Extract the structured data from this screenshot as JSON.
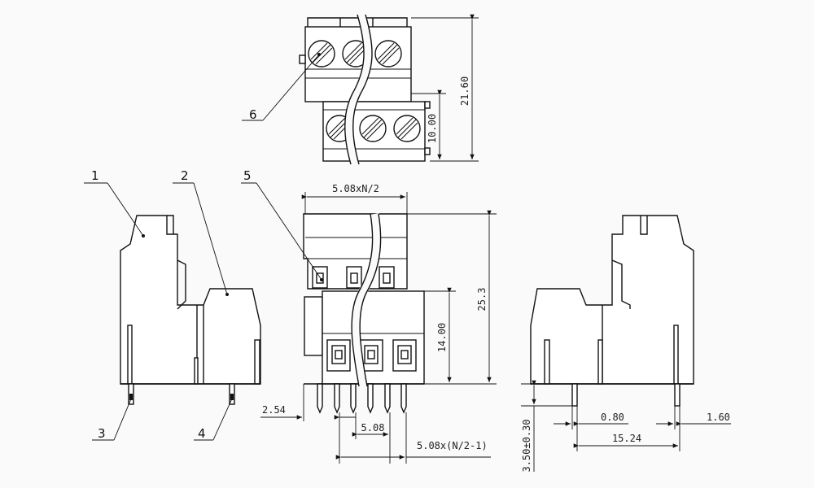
{
  "callouts": {
    "c1": "1",
    "c2": "2",
    "c3": "3",
    "c4": "4",
    "c5": "5",
    "c6": "6"
  },
  "dimensions": {
    "top_height": "21.60",
    "top_lower": "10.00",
    "front_width": "5.08xN/2",
    "front_height": "25.3",
    "front_lower": "14.00",
    "pin_offset": "2.54",
    "pitch": "5.08",
    "span": "5.08x(N/2-1)",
    "pin_length": "3.50±0.30",
    "pin_width": "0.80",
    "right_offset": "1.60",
    "row_spacing": "15.24"
  },
  "colors": {
    "line": "#111111",
    "background": "#fafafa"
  }
}
